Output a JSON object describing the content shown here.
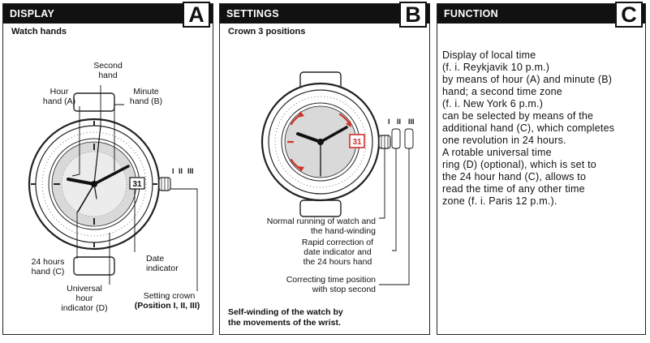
{
  "panels": {
    "display": {
      "title": "DISPLAY",
      "letter": "A",
      "subtitle": "Watch hands",
      "labels": {
        "second_hand": "Second\nhand",
        "hour_hand": "Hour\nhand (A)",
        "minute_hand": "Minute\nhand (B)",
        "hours24_hand": "24 hours\nhand (C)",
        "date_indicator": "Date\nindicator",
        "universal_indicator": "Universal\nhour\nindicator (D)",
        "setting_crown": "Setting crown",
        "crown_positions": "(Position I, II, III)"
      },
      "date_value": "31",
      "crown_marks": [
        "I",
        "II",
        "III"
      ]
    },
    "settings": {
      "title": "SETTINGS",
      "letter": "B",
      "subtitle": "Crown 3 positions",
      "labels": {
        "normal_running": "Normal running of watch and\nthe hand-winding",
        "rapid_correction": "Rapid correction of\ndate indicator and\nthe 24 hours hand",
        "correcting_time": "Correcting time position\nwith stop second"
      },
      "footer": "Self-winding of the watch by\nthe movements of the wrist.",
      "date_value": "31",
      "crown_marks": [
        "I",
        "II",
        "III"
      ]
    },
    "function": {
      "title": "FUNCTION",
      "letter": "C",
      "text": "Display of local time\n(f. i. Reykjavik 10 p.m.)\nby means of hour (A) and minute (B)\nhand; a second time zone\n(f. i. New York 6 p.m.)\ncan be selected by means of the\nadditional hand (C), which completes\none revolution in 24 hours.\nA rotable universal time\nring (D) (optional), which is set to\nthe 24 hour hand (C), allows to\nread the time of any other time\nzone (f. i. Paris 12 p.m.)."
    }
  },
  "colors": {
    "header_bg": "#111111",
    "accent_red": "#d0322b",
    "dial_grey": "#d9d9d9"
  }
}
